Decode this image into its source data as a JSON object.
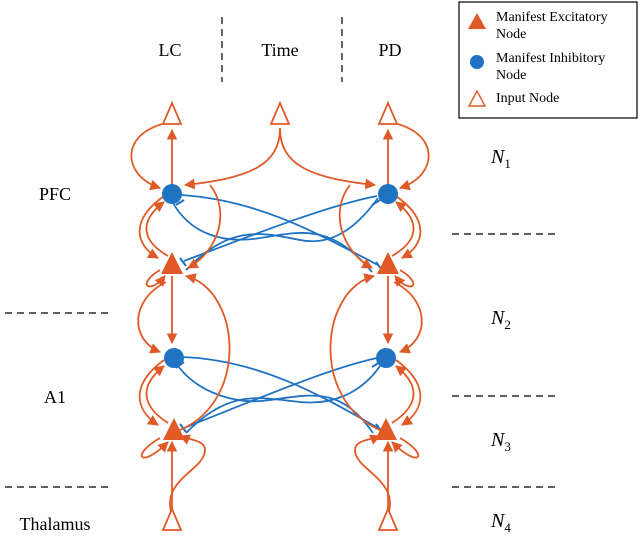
{
  "columns": {
    "lc": "LC",
    "time": "Time",
    "pd": "PD"
  },
  "regions": {
    "pfc": "PFC",
    "a1": "A1",
    "thalamus": "Thalamus"
  },
  "layers": [
    {
      "symbol": "N",
      "index": "1"
    },
    {
      "symbol": "N",
      "index": "2"
    },
    {
      "symbol": "N",
      "index": "3"
    },
    {
      "symbol": "N",
      "index": "4"
    }
  ],
  "legend": {
    "excitatory": "Manifest Excitatory",
    "excitatory_2": "Node",
    "inhibitory": "Manifest Inhibitory",
    "inhibitory_2": "Node",
    "input": "Input Node"
  },
  "colors": {
    "excitatory": "#E05A28",
    "inhibitory": "#1F73C2"
  }
}
